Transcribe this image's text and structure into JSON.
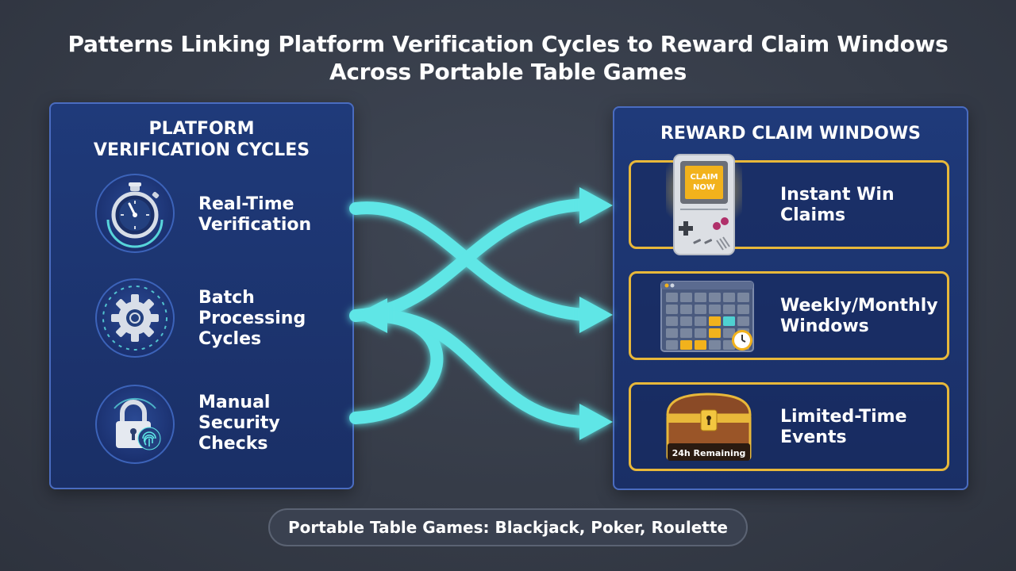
{
  "title": {
    "line1": "Patterns Linking Platform Verification Cycles to Reward Claim Windows",
    "line2": "Across Portable Table Games"
  },
  "left_panel": {
    "title_line1": "PLATFORM",
    "title_line2": "VERIFICATION CYCLES",
    "items": [
      {
        "line1": "Real-Time",
        "line2": "Verification",
        "line3": "",
        "icon": "stopwatch-icon"
      },
      {
        "line1": "Batch",
        "line2": "Processing",
        "line3": "Cycles",
        "icon": "gear-icon"
      },
      {
        "line1": "Manual",
        "line2": "Security",
        "line3": "Checks",
        "icon": "padlock-fingerprint-icon"
      }
    ]
  },
  "right_panel": {
    "title": "REWARD CLAIM WINDOWS",
    "items": [
      {
        "line1": "Instant Win",
        "line2": "Claims",
        "icon": "handheld-console-icon",
        "screen_line1": "CLAIM",
        "screen_line2": "NOW"
      },
      {
        "line1": "Weekly/Monthly",
        "line2": "Windows",
        "icon": "calendar-clock-icon"
      },
      {
        "line1": "Limited-Time",
        "line2": "Events",
        "icon": "treasure-chest-icon",
        "badge": "24h Remaining"
      }
    ]
  },
  "footer": "Portable Table Games: Blackjack, Poker, Roulette",
  "colors": {
    "background": "#353b47",
    "panel": "#1f3a7a",
    "panel_border": "#4a6cc0",
    "reward_border": "#e8b83a",
    "arrow": "#5ee6e6"
  }
}
